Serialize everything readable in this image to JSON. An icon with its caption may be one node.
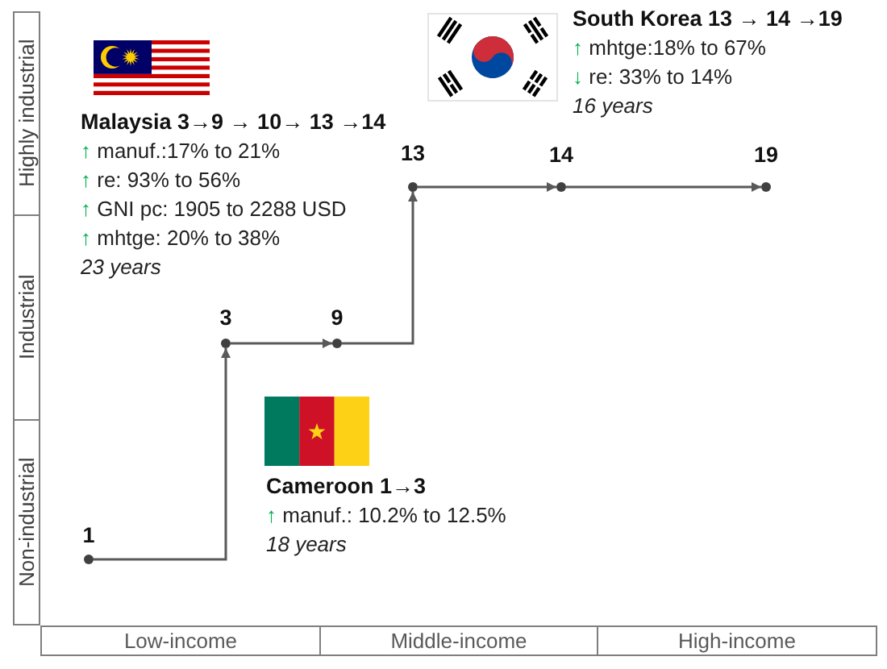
{
  "diagram": {
    "nodes": [
      {
        "text": [
          "Highly industrial"
        ]
      },
      {
        "text": [
          "Industrial"
        ]
      },
      {
        "text": [
          "Non-industrial"
        ]
      },
      {
        "text": [
          "Low-income"
        ]
      },
      {
        "text": [
          "Middle-income"
        ]
      },
      {
        "text": [
          "High-income"
        ]
      },
      {
        "text": [],
        "shape": "circle",
        "beside": [
          "1"
        ]
      },
      {
        "text": [],
        "shape": "circle",
        "beside": [
          "3"
        ]
      },
      {
        "text": [],
        "shape": "circle",
        "beside": [
          "9"
        ]
      },
      {
        "text": [],
        "shape": "circle",
        "beside": [
          "13"
        ]
      },
      {
        "text": [],
        "shape": "circle",
        "beside": [
          "14"
        ]
      },
      {
        "text": [],
        "shape": "circle",
        "beside": [
          "19"
        ]
      }
    ],
    "edges": [
      {
        "from": 6,
        "to": 7,
        "arrow": "to"
      },
      {
        "from": 7,
        "to": 8,
        "arrow": "to"
      },
      {
        "from": 8,
        "to": 9,
        "arrow": "to"
      },
      {
        "from": 9,
        "to": 10,
        "arrow": "to"
      },
      {
        "from": 10,
        "to": 11,
        "arrow": "to"
      }
    ],
    "labels": [
      "**South Korea** 13 → **14 →19**",
      "↑ mhtge:18% to 67%",
      "↓ re: 33% to 14%",
      "16 years",
      "Malaysia 3→9 → 10→ 13 →14",
      "↑ manuf.:17% to 21%",
      "↑ re: 93% to 56%",
      "↑ GNI pc: 1905 to 2288 USD",
      "↑ mhtge: 20% to 38%",
      "23 years",
      "Cameroon 1→3",
      "↑ manuf.: 10.2% to 12.5%",
      "18 years"
    ]
  }
}
